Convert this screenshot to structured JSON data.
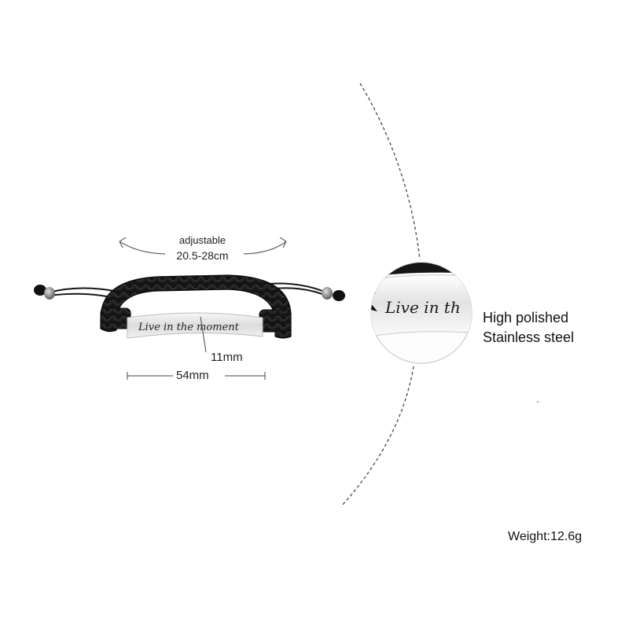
{
  "product": {
    "engraving": "Live in the moment",
    "zoom_engraving": "Live in th"
  },
  "annotations": {
    "adjustable_label": "adjustable",
    "adjustable_range": "20.5-28cm",
    "height_label": "11mm",
    "width_label": "54mm"
  },
  "features": {
    "line1": "High polished",
    "line2": "Stainless steel"
  },
  "specs": {
    "weight": "Weight:12.6g"
  },
  "colors": {
    "cord": "#161616",
    "plate": "#e6e6e6",
    "bead": "#8a8a8a",
    "dashed_line": "#555555"
  }
}
